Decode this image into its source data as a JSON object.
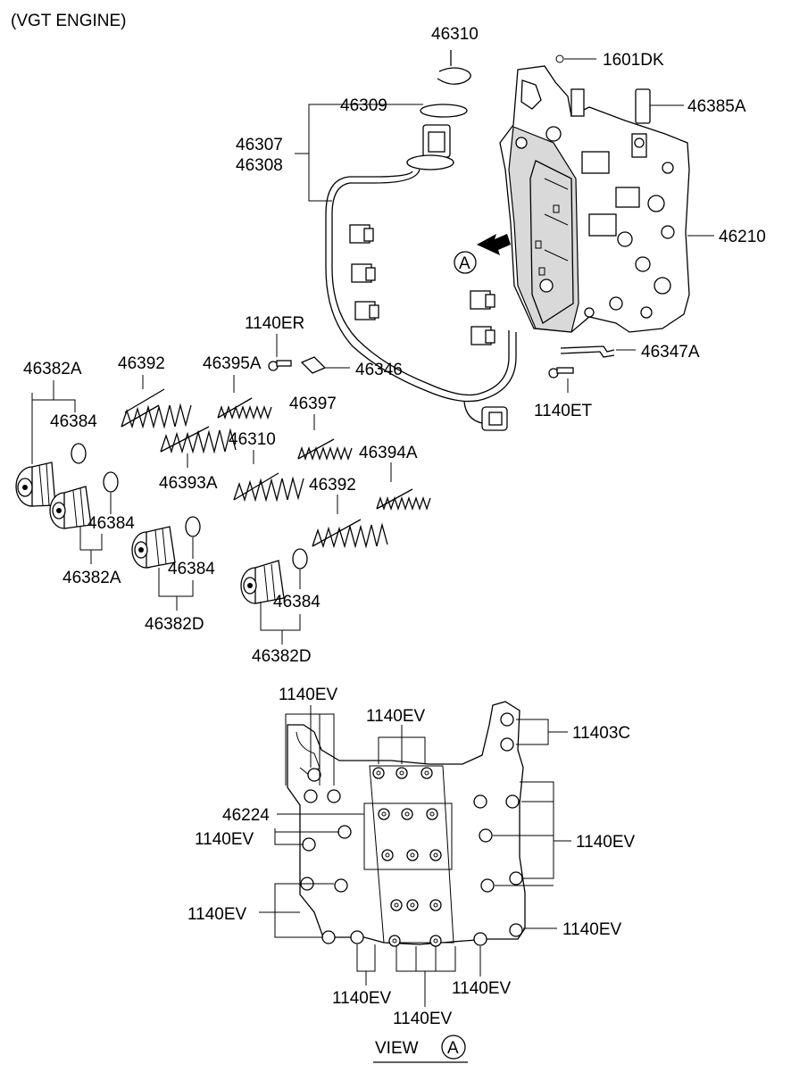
{
  "header": {
    "title": "(VGT ENGINE)"
  },
  "parts": {
    "p46310_top": "46310",
    "p1601DK": "1601DK",
    "p46309": "46309",
    "p46385A": "46385A",
    "p46307": "46307",
    "p46308": "46308",
    "p46210": "46210",
    "p1140ER": "1140ER",
    "p46347A": "46347A",
    "p46346": "46346",
    "p1140ET": "1140ET",
    "p46382A_1": "46382A",
    "p46392_1": "46392",
    "p46395A": "46395A",
    "p46384_1": "46384",
    "p46397": "46397",
    "p46310_mid": "46310",
    "p46394A": "46394A",
    "p46393A": "46393A",
    "p46384_2": "46384",
    "p46392_2": "46392",
    "p46382A_2": "46382A",
    "p46384_3": "46384",
    "p46384_4": "46384",
    "p46382D_1": "46382D",
    "p46382D_2": "46382D"
  },
  "view_a": {
    "p1140EV_top": "1140EV",
    "p1140EV_topmid": "1140EV",
    "p11403C": "11403C",
    "p46224": "46224",
    "p1140EV_left1": "1140EV",
    "p1140EV_right1": "1140EV",
    "p1140EV_left2": "1140EV",
    "p1140EV_right2": "1140EV",
    "p1140EV_bottom1": "1140EV",
    "p1140EV_bottom2": "1140EV",
    "p1140EV_bottom3": "1140EV",
    "caption": "VIEW",
    "marker": "A"
  },
  "arrow_marker": "A"
}
